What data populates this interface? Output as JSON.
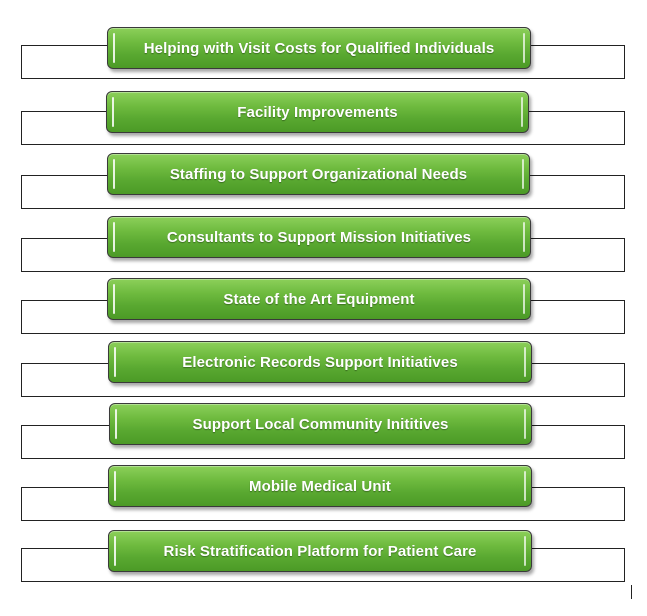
{
  "items": [
    {
      "label": "Helping with Visit Costs for Qualified Individuals"
    },
    {
      "label": "Facility Improvements"
    },
    {
      "label": "Staffing to Support Organizational Needs"
    },
    {
      "label": "Consultants to Support Mission Initiatives"
    },
    {
      "label": "State of the Art Equipment"
    },
    {
      "label": "Electronic Records Support Initiatives"
    },
    {
      "label": "Support Local Community Inititives"
    },
    {
      "label": "Mobile Medical Unit"
    },
    {
      "label": "Risk Stratification Platform for Patient Care"
    }
  ],
  "colors": {
    "pill_fill": "#5aa931",
    "pill_border": "#3a3a3a",
    "frame_border": "#222222",
    "text": "#ffffff"
  }
}
